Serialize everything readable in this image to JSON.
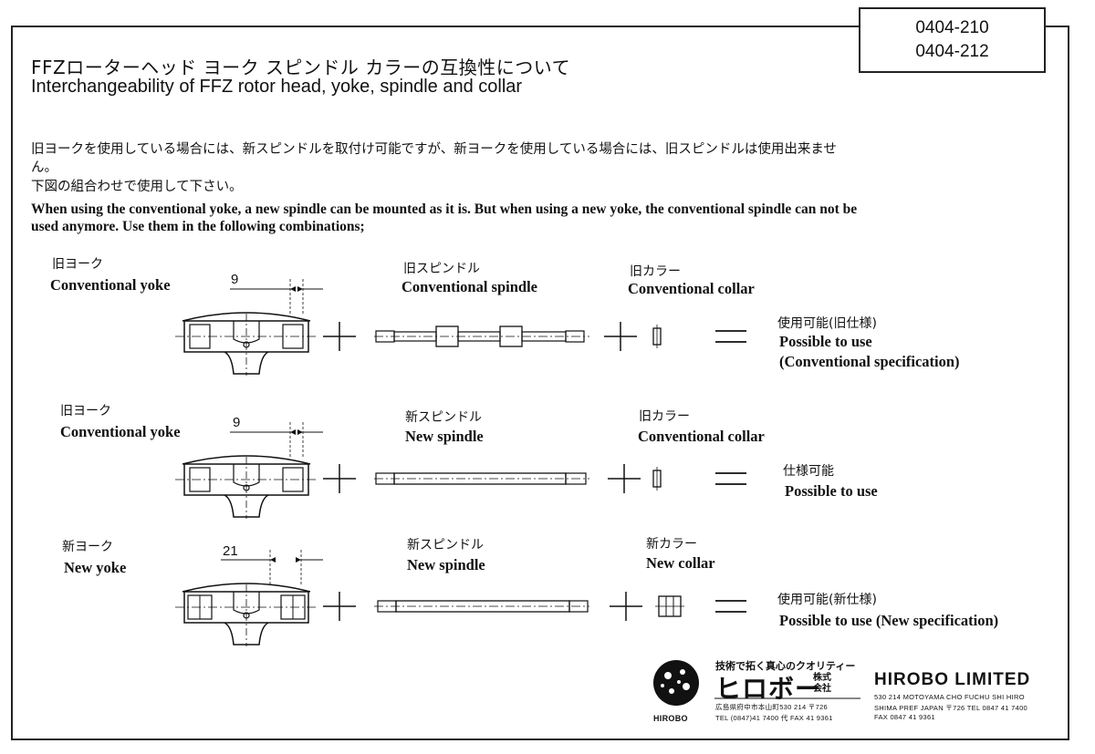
{
  "part_numbers": [
    "0404-210",
    "0404-212"
  ],
  "title_jp": "FFZローターヘッド ヨーク スピンドル カラーの互換性について",
  "title_en": "Interchangeability of FFZ rotor head, yoke, spindle and collar",
  "note_jp_line1": "旧ヨークを使用している場合には、新スピンドルを取付け可能ですが、新ヨークを使用している場合には、旧スピンドルは使用出来ませ",
  "note_jp_line2": "ん。",
  "note_jp_line3": "下図の組合わせで使用して下さい。",
  "note_en_line1": "When using the conventional yoke, a new spindle can be mounted as it is.  But when using a new yoke, the conventional spindle can not be",
  "note_en_line2": "used anymore. Use them in the following combinations;",
  "rows": [
    {
      "yoke_jp": "旧ヨーク",
      "yoke_en": "Conventional yoke",
      "dim": "9",
      "spindle_jp": "旧スピンドル",
      "spindle_en": "Conventional spindle",
      "collar_jp": "旧カラー",
      "collar_en": "Conventional collar",
      "result_jp": "使用可能(旧仕様)",
      "result_en1": "Possible to use",
      "result_en2": "(Conventional specification)"
    },
    {
      "yoke_jp": "旧ヨーク",
      "yoke_en": "Conventional yoke",
      "dim": "9",
      "spindle_jp": "新スピンドル",
      "spindle_en": "New spindle",
      "collar_jp": "旧カラー",
      "collar_en": "Conventional collar",
      "result_jp": "仕様可能",
      "result_en1": "Possible to use",
      "result_en2": ""
    },
    {
      "yoke_jp": "新ヨーク",
      "yoke_en": "New yoke",
      "dim": "21",
      "spindle_jp": "新スピンドル",
      "spindle_en": "New spindle",
      "collar_jp": "新カラー",
      "collar_en": "New collar",
      "result_jp": "使用可能(新仕様)",
      "result_en1": "Possible to use (New specification)",
      "result_en2": ""
    }
  ],
  "footer": {
    "slogan": "技術で拓く真心のクオリティー",
    "brand_katakana": "ヒロボー",
    "kabushiki": "株式",
    "gaisha": "会社",
    "logo_word": "HIROBO",
    "address_jp": "広島県府中市本山町530 214  〒726",
    "tel_jp": "TEL (0847)41 7400 代   FAX 41 9361",
    "company_en": "HIROBO LIMITED",
    "address_en1": "530 214  MOTOYAMA CHO   FUCHU SHI  HIRO",
    "address_en2": "SHIMA PREF   JAPAN   〒726  TEL 0847 41 7400",
    "address_en3": "FAX 0847 41 9361"
  }
}
